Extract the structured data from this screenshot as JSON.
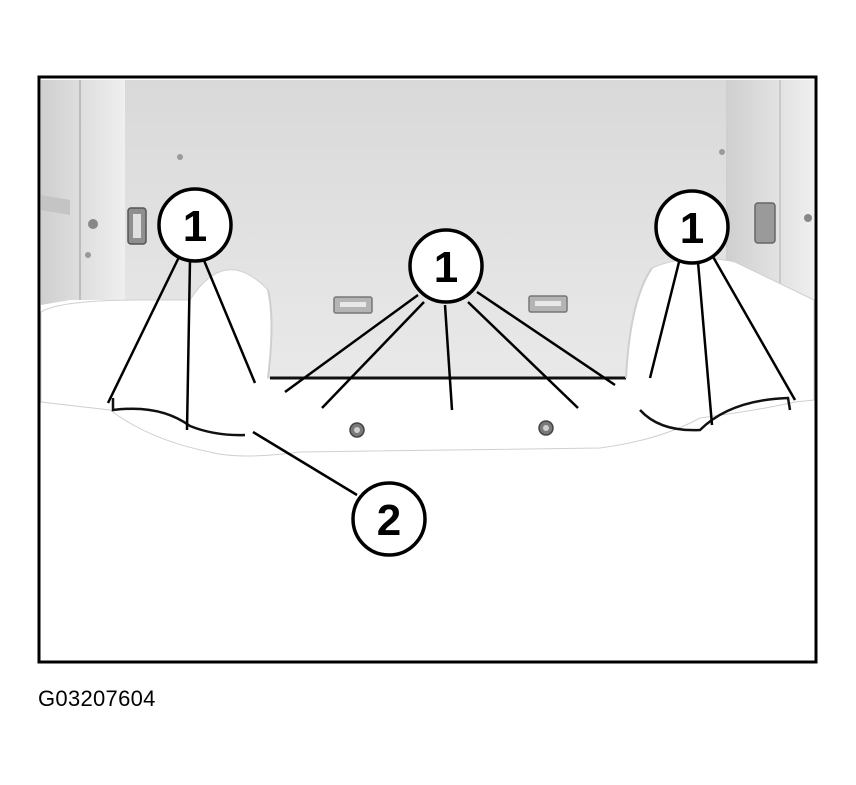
{
  "figure": {
    "id": "G03207604",
    "callouts": [
      {
        "label": "1"
      },
      {
        "label": "1"
      },
      {
        "label": "1"
      },
      {
        "label": "2"
      }
    ]
  }
}
